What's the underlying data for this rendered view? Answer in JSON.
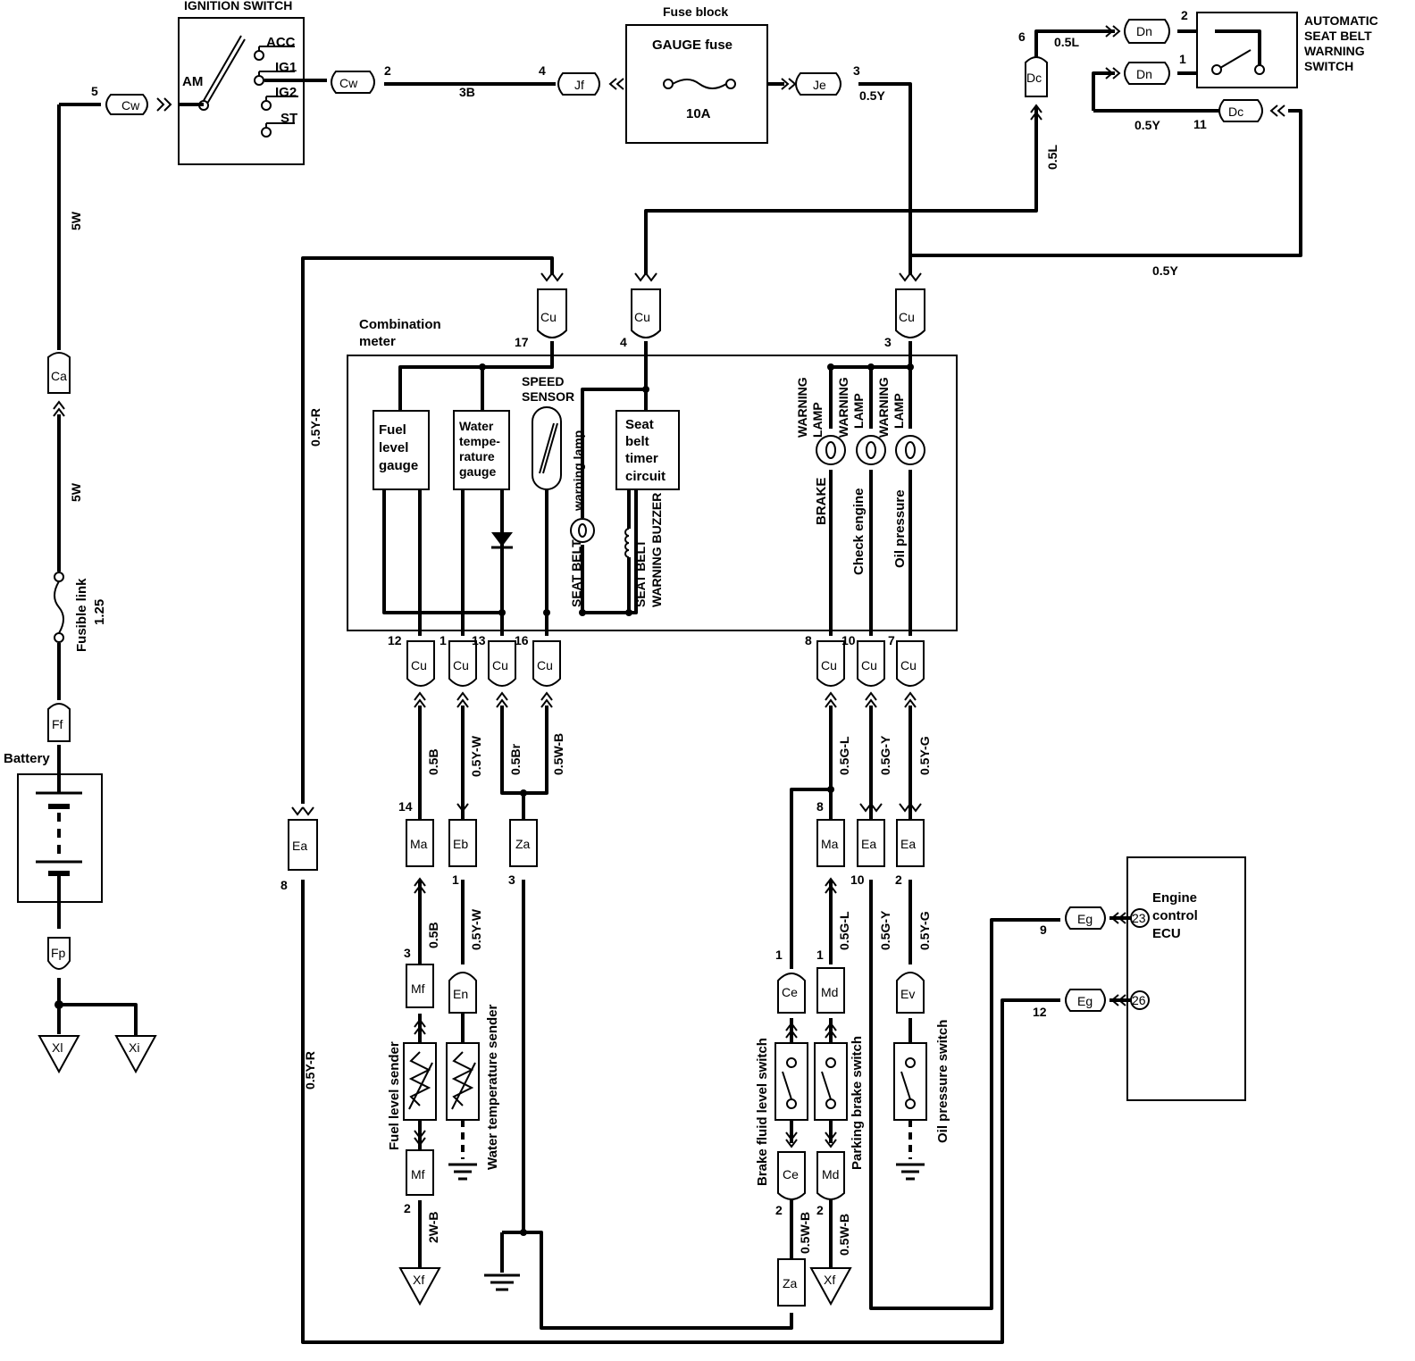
{
  "titles": {
    "ignition_switch": "IGNITION SWITCH",
    "fuse_block": "Fuse block",
    "gauge_fuse": "GAUGE fuse",
    "fuse_rating": "10A",
    "auto_seatbelt_1": "AUTOMATIC",
    "auto_seatbelt_2": "SEAT BELT",
    "auto_seatbelt_3": "WARNING",
    "auto_seatbelt_4": "SWITCH",
    "combination_meter_1": "Combination",
    "combination_meter_2": "meter",
    "battery": "Battery",
    "fusible_link": "Fusible link",
    "fusible_link_rating": "1.25",
    "engine_ecu_1": "Engine",
    "engine_ecu_2": "control",
    "engine_ecu_3": "ECU"
  },
  "ignition_terminals": {
    "am": "AM",
    "acc": "ACC",
    "ig1": "IG1",
    "ig2": "IG2",
    "st": "ST"
  },
  "meter_components": {
    "fuel_1": "Fuel",
    "fuel_2": "level",
    "fuel_3": "gauge",
    "water_1": "Water",
    "water_2": "tempe-",
    "water_3": "rature",
    "water_4": "gauge",
    "speed_1": "SPEED",
    "speed_2": "SENSOR",
    "seatbelt_1": "Seat",
    "seatbelt_2": "belt",
    "seatbelt_3": "timer",
    "seatbelt_4": "circuit",
    "warning_lamp_small": "warning lamp",
    "seat_belt": "SEAT BELT",
    "buzzer_1": "SEAT BELT",
    "buzzer_2": "WARNING BUZZER",
    "wl": "WARNING",
    "lamp": "LAMP",
    "brake": "BRAKE",
    "check_engine": "Check engine",
    "oil_pressure": "Oil pressure"
  },
  "sensors": {
    "fuel_sender": "Fuel level sender",
    "water_sender": "Water temperature sender",
    "brake_fluid": "Brake fluid level switch",
    "parking_brake": "Parking brake switch",
    "oil_switch": "Oil pressure switch"
  },
  "connectors": {
    "cw": "Cw",
    "jf": "Jf",
    "je": "Je",
    "dn": "Dn",
    "dc": "Dc",
    "ca": "Ca",
    "ff": "Ff",
    "fp": "Fp",
    "cu": "Cu",
    "ea": "Ea",
    "ma": "Ma",
    "eb": "Eb",
    "za": "Za",
    "mf": "Mf",
    "en": "En",
    "ce": "Ce",
    "md": "Md",
    "ev": "Ev",
    "eg": "Eg",
    "xi": "Xl",
    "xi2": "Xi",
    "xf": "Xf"
  },
  "wire_colors": {
    "w5w": "5W",
    "w3b": "3B",
    "w05y": "0.5Y",
    "w05l": "0.5L",
    "w05yr": "0.5Y-R",
    "w05b": "0.5B",
    "w05yw": "0.5Y-W",
    "w05br": "0.5Br",
    "w05wb": "0.5W-B",
    "w05gl": "0.5G-L",
    "w05gy": "0.5G-Y",
    "w05yg": "0.5Y-G",
    "w2wb": "2W-B"
  },
  "pins": {
    "p1": "1",
    "p2": "2",
    "p3": "3",
    "p4": "4",
    "p5": "5",
    "p6": "6",
    "p7": "7",
    "p8": "8",
    "p9": "9",
    "p10": "10",
    "p11": "11",
    "p12": "12",
    "p13": "13",
    "p14": "14",
    "p16": "16",
    "p17": "17",
    "p23": "23",
    "p26": "26"
  }
}
